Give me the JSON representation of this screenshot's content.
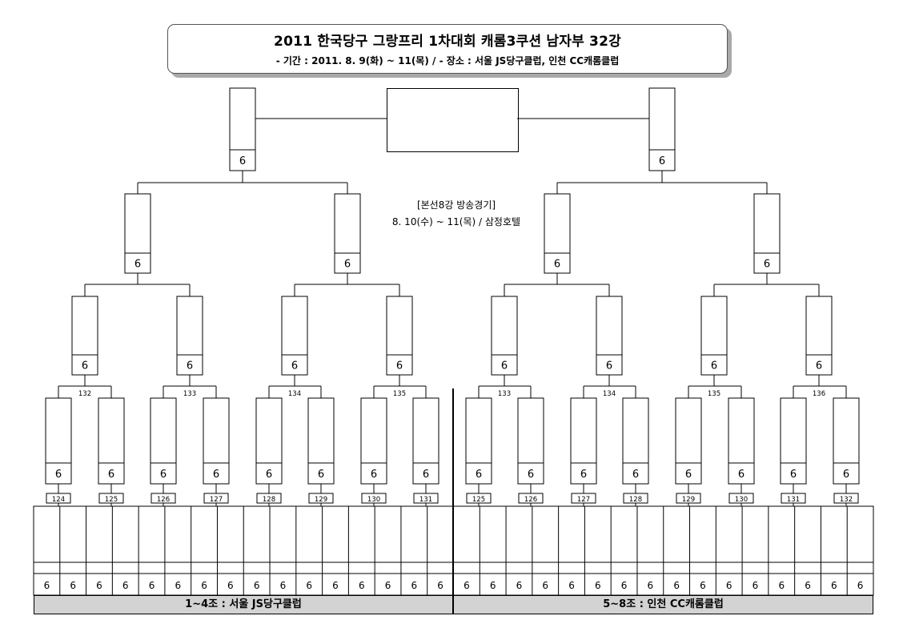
{
  "header": {
    "title": "2011 한국당구 그랑프리 1차대회 캐롬3쿠션 남자부 32강",
    "subtitle": "- 기간 : 2011. 8. 9(화) ~ 11(목)  /  - 장소 : 서울 JS당구클럽, 인천 CC캐롬클럽"
  },
  "broadcast_note": {
    "line1": "[본선8강 방송경기]",
    "line2": "8. 10(수) ~ 11(목) / 삼정호텔"
  },
  "score_mark": "6",
  "groups": {
    "left": "1~4조 : 서울 JS당구클럽",
    "right": "5~8조 : 인천 CC캐롬클럽"
  },
  "match_labels": {
    "round32_left": [
      "124",
      "125",
      "126",
      "127",
      "128",
      "129",
      "130",
      "131"
    ],
    "round32_right": [
      "125",
      "126",
      "127",
      "128",
      "129",
      "130",
      "131",
      "132"
    ],
    "round16_left": [
      "132",
      "133",
      "134",
      "135"
    ],
    "round16_right": [
      "133",
      "134",
      "135",
      "136"
    ]
  }
}
